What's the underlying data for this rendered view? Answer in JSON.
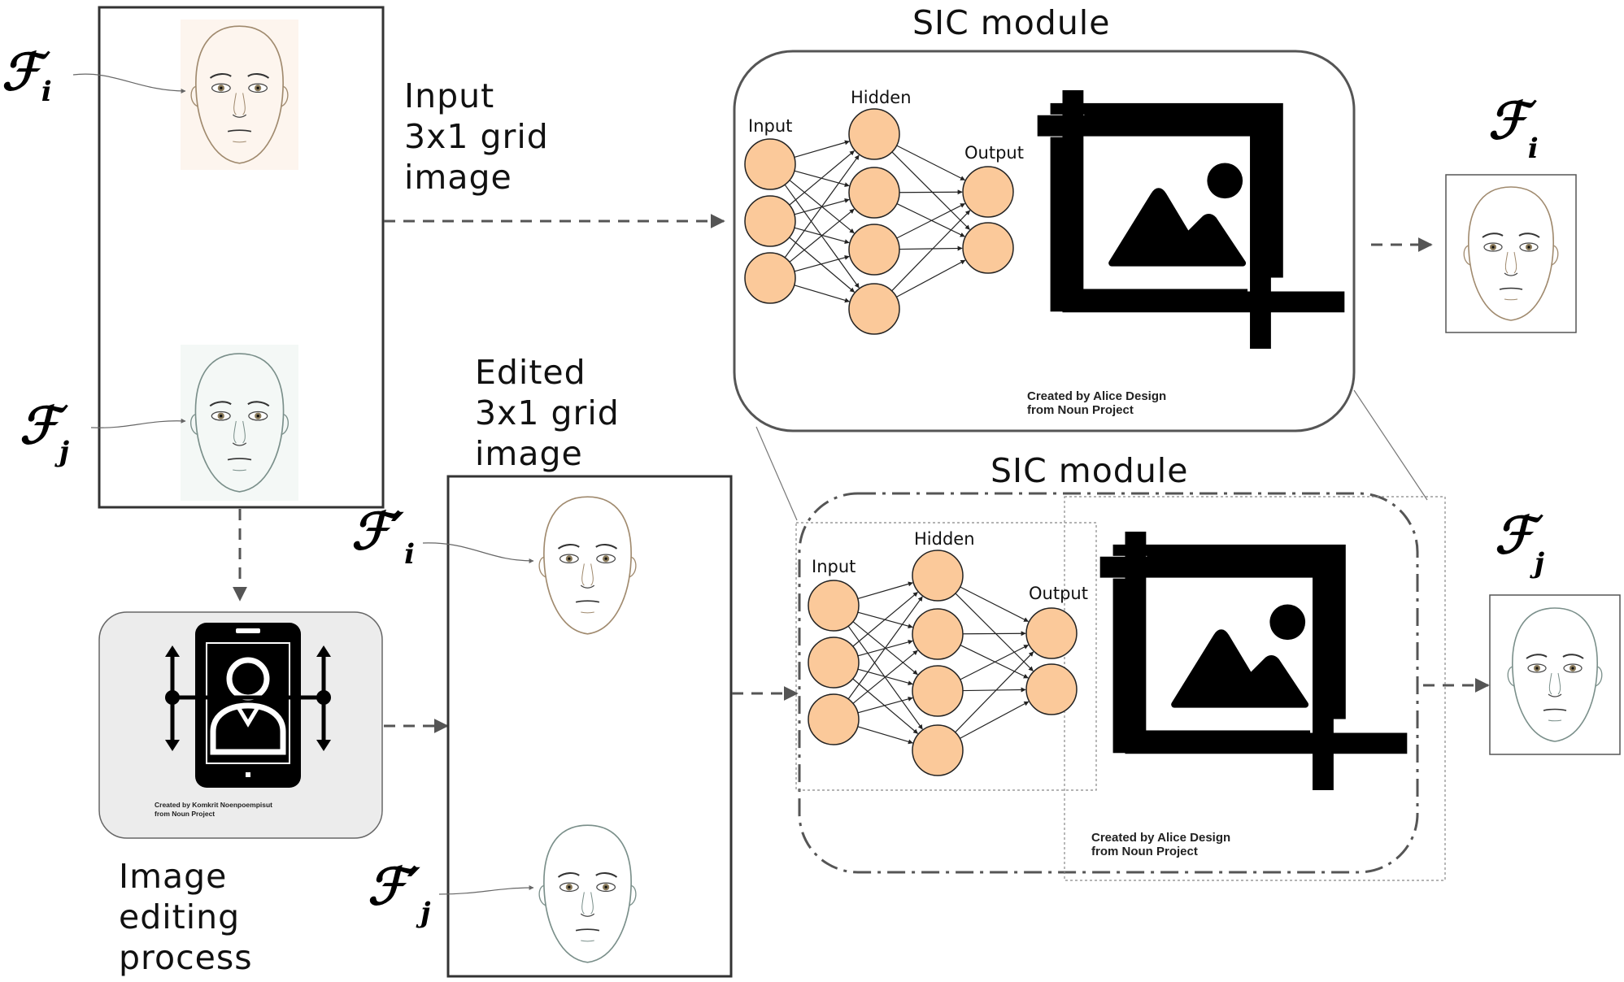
{
  "labels": {
    "fi": "ℱ",
    "fi_sub": "i",
    "fj": "ℱ",
    "fj_sub": "j",
    "fpi": "ℱ′",
    "fpi_sub": "i",
    "fpj": "ℱ′",
    "fpj_sub": "j"
  },
  "input_grid": [
    "Input",
    "3x1 grid",
    "image"
  ],
  "edited_grid": [
    "Edited",
    "3x1 grid",
    "image"
  ],
  "editing": [
    "Image",
    "editing",
    "process"
  ],
  "editing_credit": [
    "Created by Komkrit Noenpoempisut",
    "from Noun Project"
  ],
  "sic_modules": [
    {
      "title": "SIC module",
      "nn": {
        "input": "Input",
        "hidden": "Hidden",
        "output": "Output"
      },
      "credit": [
        "Created by Alice Design",
        "from Noun Project"
      ]
    },
    {
      "title": "SIC module",
      "nn": {
        "input": "Input",
        "hidden": "Hidden",
        "output": "Output"
      },
      "credit": [
        "Created by Alice Design",
        "from Noun Project"
      ]
    }
  ],
  "colors": {
    "node_fill": "#fbc99a",
    "node_stroke": "#222222",
    "arrow": "#555555",
    "panel_fill": "#ececec"
  }
}
